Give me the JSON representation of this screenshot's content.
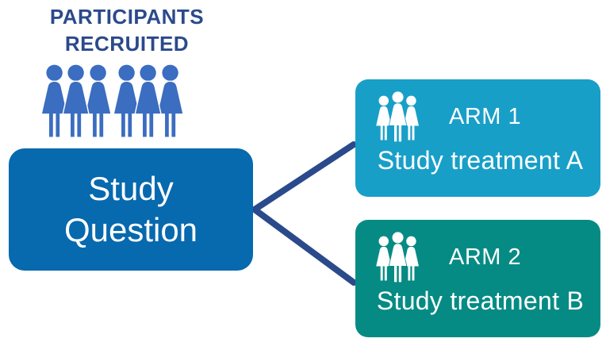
{
  "header": {
    "line1": "PARTICIPANTS",
    "line2": "RECRUITED"
  },
  "study_box": {
    "line1": "Study",
    "line2": "Question"
  },
  "arms": [
    {
      "label": "ARM 1",
      "treatment": "Study treatment A"
    },
    {
      "label": "ARM 2",
      "treatment": "Study treatment B"
    }
  ],
  "icons": {
    "participants_group": "people-group-icon (6 figures)",
    "arm_group": "people-group-icon (3 figures)"
  },
  "colors": {
    "navy_text_and_lines": "#2B4A8C",
    "participants_blue": "#3B6DC1",
    "study_box_blue": "#0769AE",
    "arm1_cyan": "#189FC8",
    "arm2_teal": "#058B84",
    "box_text_white": "#FFFFFF"
  }
}
